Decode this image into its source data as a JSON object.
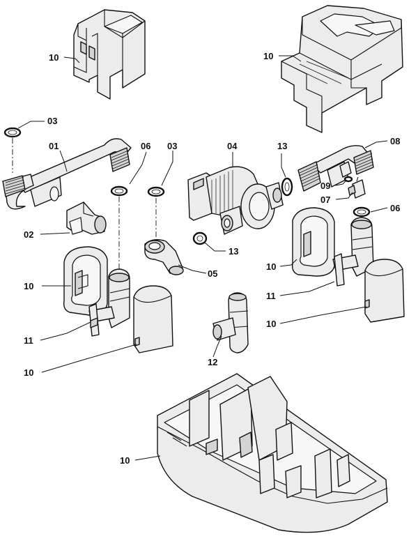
{
  "callouts": {
    "c01": "01",
    "c02": "02",
    "c03a": "03",
    "c03b": "03",
    "c04": "04",
    "c05": "05",
    "c06a": "06",
    "c06b": "06",
    "c07": "07",
    "c08": "08",
    "c09": "09",
    "c10a": "10",
    "c10b": "10",
    "c10c": "10",
    "c10d": "10",
    "c10e": "10",
    "c10f": "10",
    "c10g": "10",
    "c11a": "11",
    "c11b": "11",
    "c12": "12",
    "c13a": "13",
    "c13b": "13"
  }
}
